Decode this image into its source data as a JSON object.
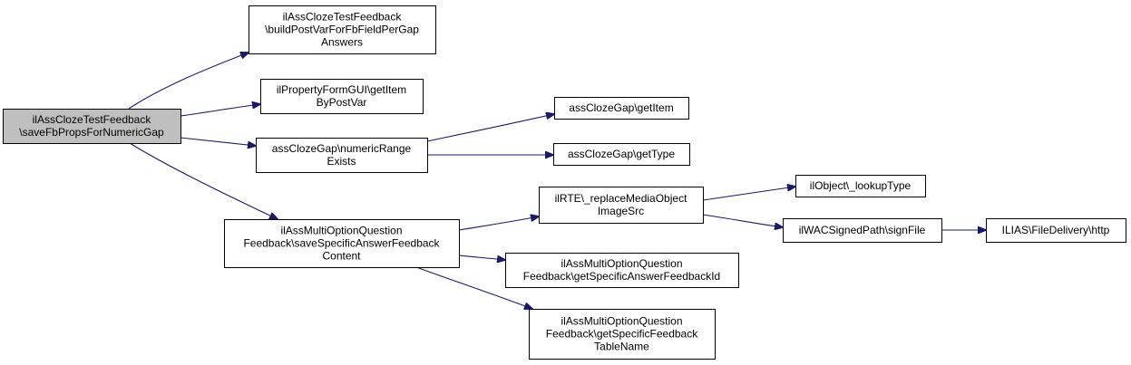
{
  "nodes": [
    {
      "id": "root",
      "lines": [
        "ilAssClozeTestFeedback",
        "\\saveFbPropsForNumericGap"
      ],
      "root": true
    },
    {
      "id": "build",
      "lines": [
        "ilAssClozeTestFeedback",
        "\\buildPostVarForFbFieldPerGap",
        "Answers"
      ]
    },
    {
      "id": "getitem_pf",
      "lines": [
        "ilPropertyFormGUI\\getItem",
        "ByPostVar"
      ]
    },
    {
      "id": "numrange",
      "lines": [
        "assClozeGap\\numericRange",
        "Exists"
      ]
    },
    {
      "id": "savespec",
      "lines": [
        "ilAssMultiOptionQuestion",
        "Feedback\\saveSpecificAnswerFeedback",
        "Content"
      ]
    },
    {
      "id": "gap_getitem",
      "lines": [
        "assClozeGap\\getItem"
      ]
    },
    {
      "id": "gap_gettype",
      "lines": [
        "assClozeGap\\getType"
      ]
    },
    {
      "id": "rte",
      "lines": [
        "ilRTE\\_replaceMediaObject",
        "ImageSrc"
      ]
    },
    {
      "id": "getid",
      "lines": [
        "ilAssMultiOptionQuestion",
        "Feedback\\getSpecificAnswerFeedbackId"
      ]
    },
    {
      "id": "tablename",
      "lines": [
        "ilAssMultiOptionQuestion",
        "Feedback\\getSpecificFeedback",
        "TableName"
      ]
    },
    {
      "id": "lookup",
      "lines": [
        "ilObject\\_lookupType"
      ]
    },
    {
      "id": "signfile",
      "lines": [
        "ilWACSignedPath\\signFile"
      ]
    },
    {
      "id": "http",
      "lines": [
        "ILIAS\\FileDelivery\\http"
      ]
    }
  ],
  "edges": [
    {
      "from": "root",
      "to": "build"
    },
    {
      "from": "root",
      "to": "getitem_pf"
    },
    {
      "from": "root",
      "to": "numrange"
    },
    {
      "from": "root",
      "to": "savespec"
    },
    {
      "from": "numrange",
      "to": "gap_getitem"
    },
    {
      "from": "numrange",
      "to": "gap_gettype"
    },
    {
      "from": "savespec",
      "to": "rte"
    },
    {
      "from": "savespec",
      "to": "getid"
    },
    {
      "from": "savespec",
      "to": "tablename"
    },
    {
      "from": "rte",
      "to": "lookup"
    },
    {
      "from": "rte",
      "to": "signfile"
    },
    {
      "from": "signfile",
      "to": "http"
    }
  ],
  "colors": {
    "edge": "#191970",
    "root_fill": "#bfbfbf",
    "node_fill": "#ffffff",
    "border": "#000000"
  }
}
